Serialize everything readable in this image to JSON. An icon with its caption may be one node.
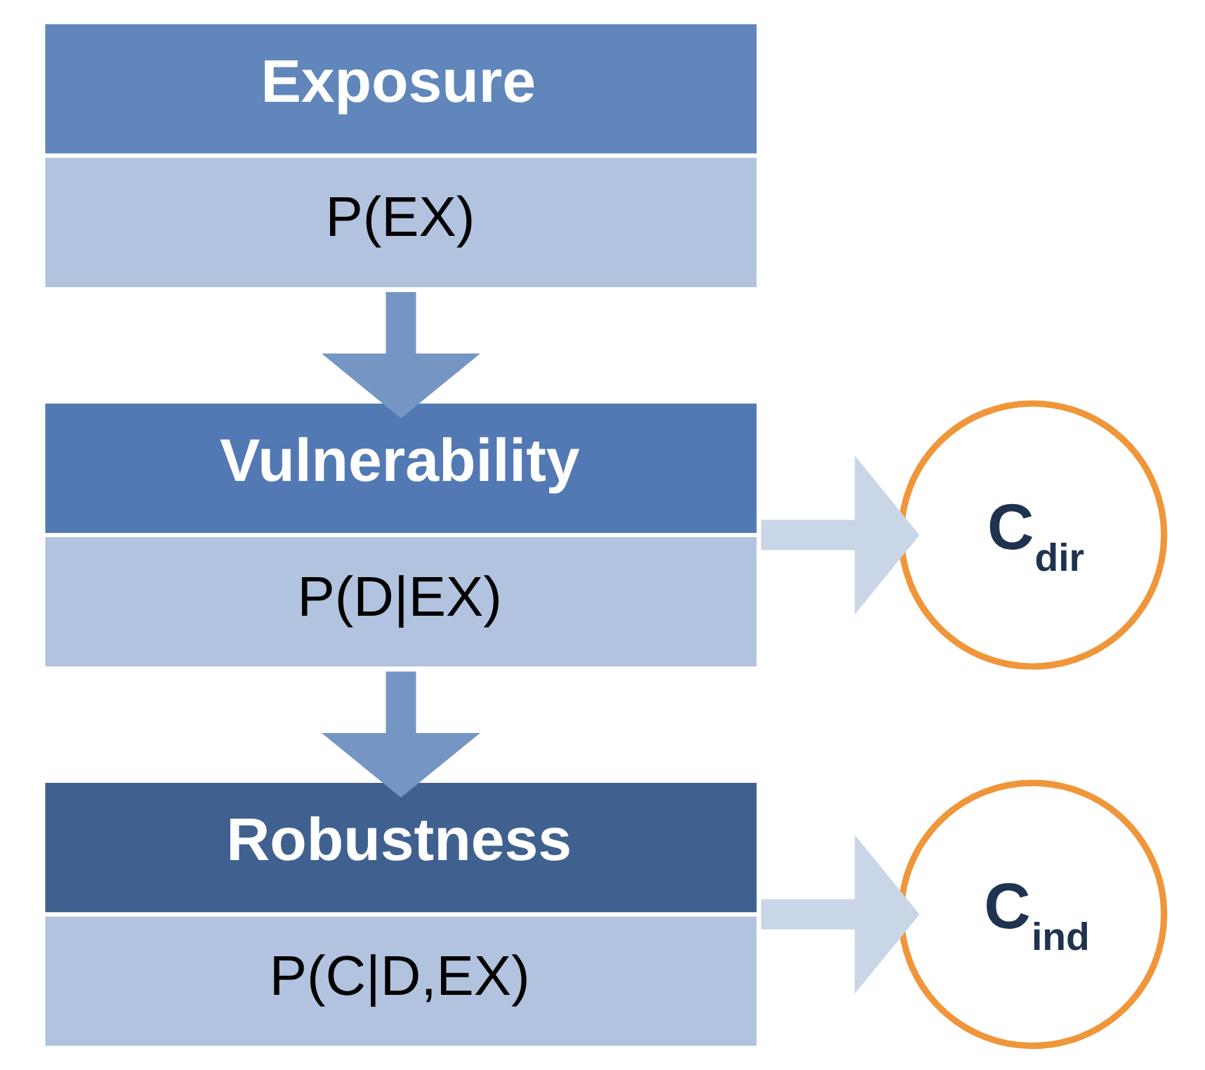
{
  "diagram": {
    "nodes": [
      {
        "text": [
          "Exposure",
          "P(EX)"
        ]
      },
      {
        "text": [
          "Vulnerability",
          "P(D|EX)"
        ]
      },
      {
        "text": [
          "Robustness",
          "P(C|D,EX)"
        ]
      },
      {
        "text": [
          "C$_{dir}$"
        ]
      },
      {
        "text": [
          "C$_{ind}$"
        ]
      }
    ],
    "edges": [
      {
        "from": 0,
        "to": 1,
        "arrow": "to"
      },
      {
        "from": 1,
        "to": 2,
        "arrow": "to"
      },
      {
        "from": 1,
        "to": 3,
        "arrow": "to",
        "color": "#c9d6e8"
      },
      {
        "from": 2,
        "to": 4,
        "arrow": "to",
        "color": "#c9d6e8"
      }
    ]
  }
}
